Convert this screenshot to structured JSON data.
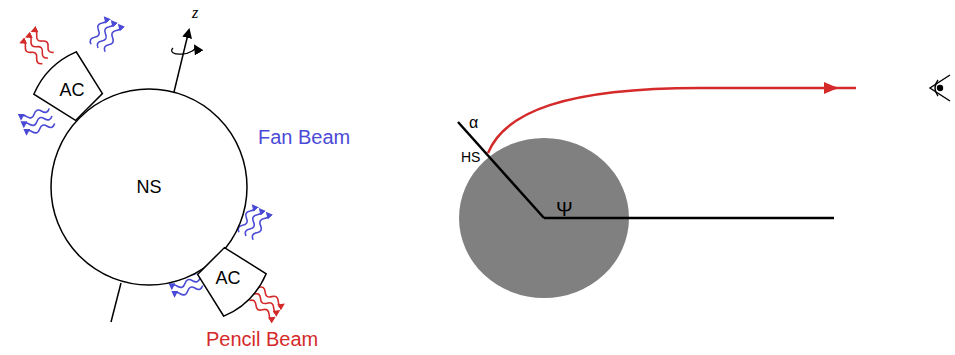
{
  "diagram": {
    "nodes": [
      {
        "text": [
          "NS"
        ]
      },
      {
        "text": [
          "AC"
        ]
      },
      {
        "text": [
          "AC"
        ]
      }
    ],
    "labels": [
      "z",
      "Fan Beam",
      "Pencil Beam",
      "HS",
      "α",
      "Ψ"
    ]
  }
}
